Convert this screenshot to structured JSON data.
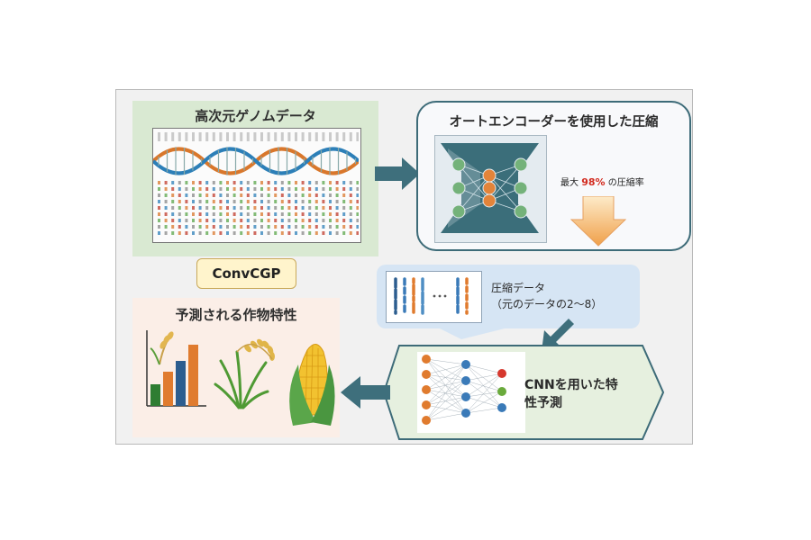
{
  "genome": {
    "title": "高次元ゲノムデータ"
  },
  "autoencoder": {
    "title": "オートエンコーダーを使用した圧縮",
    "ratio_prefix": "最大",
    "ratio_value": "98%",
    "ratio_suffix": "の圧縮率"
  },
  "model": {
    "name": "ConvCGP"
  },
  "compressed": {
    "line1": "圧縮データ",
    "line2": "（元のデータの2～8）"
  },
  "cnn": {
    "line1": "CNNを用いた特",
    "line2": "性予測"
  },
  "traits": {
    "title": "予測される作物特性"
  },
  "colors": {
    "arrow": "#3e6f7c",
    "genome_bg": "#d9e9d2",
    "ae_border": "#3d6b78",
    "compressed_bg": "#d6e5f4",
    "cnn_bg": "#e6f0df",
    "traits_bg": "#fbeee7",
    "ratio_highlight": "#d22a1e"
  }
}
